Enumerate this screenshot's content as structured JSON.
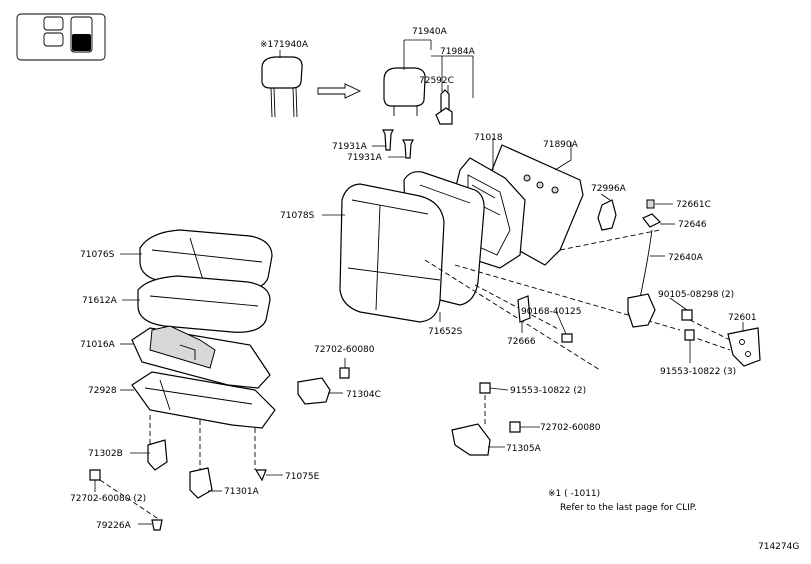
{
  "diagram": {
    "labels": {
      "p71940A_note": "※171940A",
      "p71940A": "71940A",
      "p71984A": "71984A",
      "p72592C": "72592C",
      "p71931A_1": "71931A",
      "p71931A_2": "71931A",
      "p71018": "71018",
      "p71890A": "71890A",
      "p71078S": "71078S",
      "p72996A": "72996A",
      "p72661C": "72661C",
      "p72646": "72646",
      "p72640A": "72640A",
      "p71076S": "71076S",
      "p71612A": "71612A",
      "p71016A": "71016A",
      "p72928": "72928",
      "p72702_60080_mid": "72702-60080",
      "p71304C": "71304C",
      "p71652S": "71652S",
      "p90168": "90168-40125",
      "p72666": "72666",
      "p90105": "90105-08298 (2)",
      "p72601": "72601",
      "p91553_a": "91553-10822 (3)",
      "p91553_b": "91553-10822 (2)",
      "p72702_60080_right": "72702-60080",
      "p71305A": "71305A",
      "p71302B": "71302B",
      "p71075E": "71075E",
      "p72702_60080_2": "72702-60080 (2)",
      "p71301A": "71301A",
      "p79226A": "79226A"
    },
    "note_line1": "※1 (      -1011)",
    "note_line2": "Refer to the last page for CLIP.",
    "diagram_id": "714274G"
  }
}
